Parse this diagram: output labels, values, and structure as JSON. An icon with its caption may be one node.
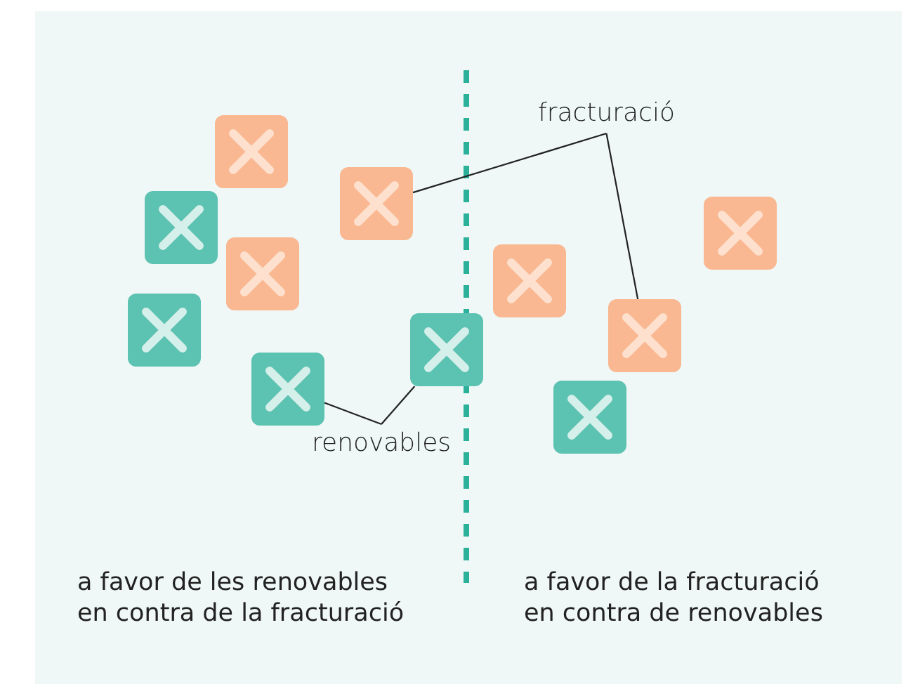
{
  "diagram": {
    "nodes": [
      {
        "text": [],
        "shape": "box"
      },
      {
        "text": [],
        "shape": "box"
      },
      {
        "text": [],
        "shape": "box"
      },
      {
        "text": [],
        "shape": "box"
      },
      {
        "text": [],
        "shape": "box"
      },
      {
        "text": [],
        "shape": "box"
      },
      {
        "text": [],
        "shape": "box"
      },
      {
        "text": [],
        "shape": "box"
      },
      {
        "text": [],
        "shape": "box"
      },
      {
        "text": [],
        "shape": "box"
      },
      {
        "text": [],
        "shape": "box"
      },
      {
        "text": [
          "fracturació"
        ]
      },
      {
        "text": [
          "renovables"
        ]
      }
    ],
    "edges": [
      {
        "from": 11,
        "to": 1,
        "arrow": "none"
      },
      {
        "from": 11,
        "to": 7,
        "arrow": "none"
      },
      {
        "from": 12,
        "to": 9,
        "arrow": "none"
      },
      {
        "from": 12,
        "to": 8,
        "arrow": "none"
      }
    ],
    "labels": [
      "a favor de les renovables",
      "en contra de la fracturació",
      "a favor de la fracturació",
      "en contra de renovables"
    ]
  }
}
